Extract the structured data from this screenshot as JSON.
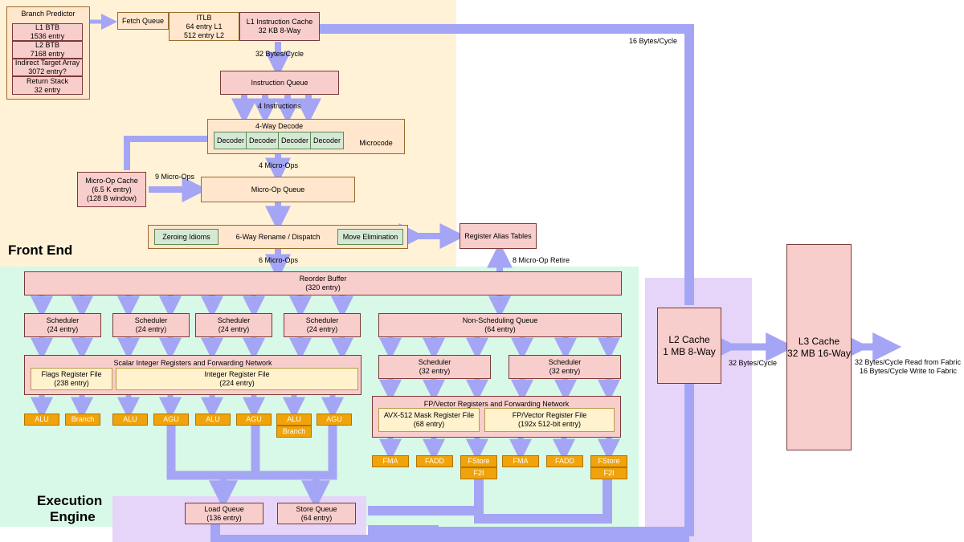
{
  "regions": {
    "front_end": "Front End",
    "execution_engine_line1": "Execution",
    "execution_engine_line2": "Engine"
  },
  "branch_predictor": {
    "title": "Branch Predictor",
    "l1_btb": [
      "L1 BTB",
      "1536 entry"
    ],
    "l2_btb": [
      "L2 BTB",
      "7168 entry"
    ],
    "ita": [
      "Indirect Target Array",
      "3072 entry?"
    ],
    "ras": [
      "Return Stack",
      "32 entry"
    ]
  },
  "fetch_queue": "Fetch Queue",
  "itlb": [
    "ITLB",
    "64 entry L1",
    "512 entry L2"
  ],
  "l1i": [
    "L1 Instruction Cache",
    "32 KB 8-Way"
  ],
  "instruction_queue": "Instruction Queue",
  "decode": {
    "title": "4-Way Decode",
    "decoders": [
      "Decoder",
      "Decoder",
      "Decoder",
      "Decoder"
    ],
    "microcode": "Microcode"
  },
  "uop_cache": [
    "Micro-Op Cache",
    "(6.5 K entry)",
    "(128 B window)"
  ],
  "uop_queue": "Micro-Op Queue",
  "rename": {
    "zeroing": "Zeroing Idioms",
    "title": "6-Way Rename / Dispatch",
    "move_elim": "Move Elimination"
  },
  "rat": "Register Alias Tables",
  "rob": [
    "Reorder Buffer",
    "(320 entry)"
  ],
  "int_schedulers": [
    [
      "Scheduler",
      "(24 entry)"
    ],
    [
      "Scheduler",
      "(24 entry)"
    ],
    [
      "Scheduler",
      "(24 entry)"
    ],
    [
      "Scheduler",
      "(24 entry)"
    ]
  ],
  "int_regs": {
    "title": "Scalar Integer Registers and Forwarding Network",
    "flags": [
      "Flags Register File",
      "(238 entry)"
    ],
    "int": [
      "Integer Register File",
      "(224 entry)"
    ]
  },
  "int_units": [
    "ALU",
    "Branch",
    "ALU",
    "AGU",
    "ALU",
    "AGU",
    "ALU",
    "AGU"
  ],
  "int_unit_sub": "Branch",
  "nsq": [
    "Non-Scheduling Queue",
    "(64 entry)"
  ],
  "fp_schedulers": [
    [
      "Scheduler",
      "(32 entry)"
    ],
    [
      "Scheduler",
      "(32 entry)"
    ]
  ],
  "fp_regs": {
    "title": "FP/Vector Registers and Forwarding Network",
    "mask": [
      "AVX-512 Mask Register File",
      "(68 entry)"
    ],
    "vec": [
      "FP/Vector Register File",
      "(192x 512-bit entry)"
    ]
  },
  "fp_units": [
    "FMA",
    "FADD",
    "FStore",
    "FMA",
    "FADD",
    "FStore"
  ],
  "fp_unit_sub": "F2I",
  "load_queue": [
    "Load Queue",
    "(136 entry)"
  ],
  "store_queue": [
    "Store Queue",
    "(64 entry)"
  ],
  "l2": [
    "L2 Cache",
    "1 MB 8-Way"
  ],
  "l3": [
    "L3 Cache",
    "32 MB 16-Way"
  ],
  "labels": {
    "l1i_to_l2": "16 Bytes/Cycle",
    "fetch_bw": "32 Bytes/Cycle",
    "four_instr": "4 Instructions",
    "four_uops": "4 Micro-Ops",
    "nine_uops": "9 Micro-Ops",
    "six_uops": "6 Micro-Ops",
    "retire": "8 Micro-Op Retire",
    "l2_l3": "32 Bytes/Cycle",
    "fabric_read": "32 Bytes/Cycle Read from Fabric",
    "fabric_write": "16 Bytes/Cycle Write to Fabric"
  },
  "colors": {
    "front_end_bg": "#fff2d6",
    "exec_bg": "#d8f8e8",
    "cache_bg": "#e6d5f8",
    "arrow": "#a5a5f5",
    "pink": "#f8cecc",
    "gold": "#f0a30a"
  }
}
